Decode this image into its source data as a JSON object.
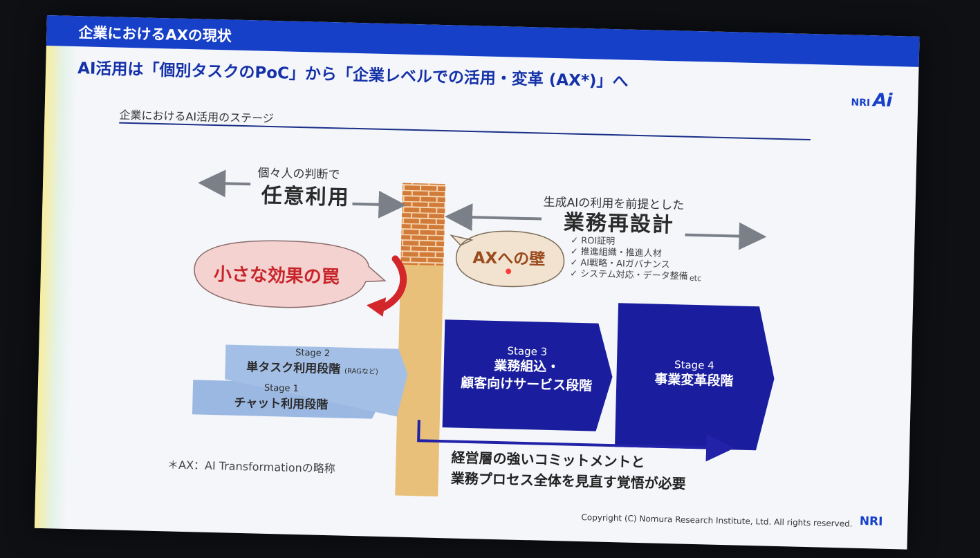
{
  "header": {
    "title": "企業におけるAXの現状",
    "logo_prefix": "NRI",
    "logo_ai": "Ai"
  },
  "subhead": "AI活用は「個別タスクのPoC」から「企業レベルでの活用・変革 (AX*)」へ",
  "stages_label": "企業におけるAI活用のステージ",
  "left_block": {
    "small": "個々人の判断で",
    "big": "任意利用"
  },
  "right_block": {
    "small": "生成AIの利用を前提とした",
    "big": "業務再設計",
    "checklist": [
      "ROI証明",
      "推進組織・推進人材",
      "AI戦略・AIガバナンス",
      "システム対応・データ整備"
    ],
    "etc": "etc"
  },
  "trap_bubble": "小さな効果の罠",
  "wall_bubble": "AXへの壁",
  "stages": [
    {
      "num": "Stage 1",
      "name": "チャット利用段階"
    },
    {
      "num": "Stage 2",
      "name": "単タスク利用段階",
      "note": "(RAGなど)"
    },
    {
      "num": "Stage 3",
      "name_line1": "業務組込・",
      "name_line2": "顧客向けサービス段階"
    },
    {
      "num": "Stage 4",
      "name": "事業変革段階"
    }
  ],
  "bottom_message": {
    "line1": "経営層の強いコミットメントと",
    "line2": "業務プロセス全体を見直す覚悟が必要"
  },
  "footnote": "＊AX：AI Transformationの略称",
  "copyright": "Copyright (C)  Nomura Research Institute, Ltd. All rights reserved.",
  "logo_bottom": "NRI",
  "colors": {
    "header_blue": "#1740c8",
    "stage_dark": "#1a1e9e",
    "stage_light": "#9bb8e2",
    "wall": "#e9c07a",
    "brick": "#c8682a",
    "red_arrow": "#d2262a"
  }
}
